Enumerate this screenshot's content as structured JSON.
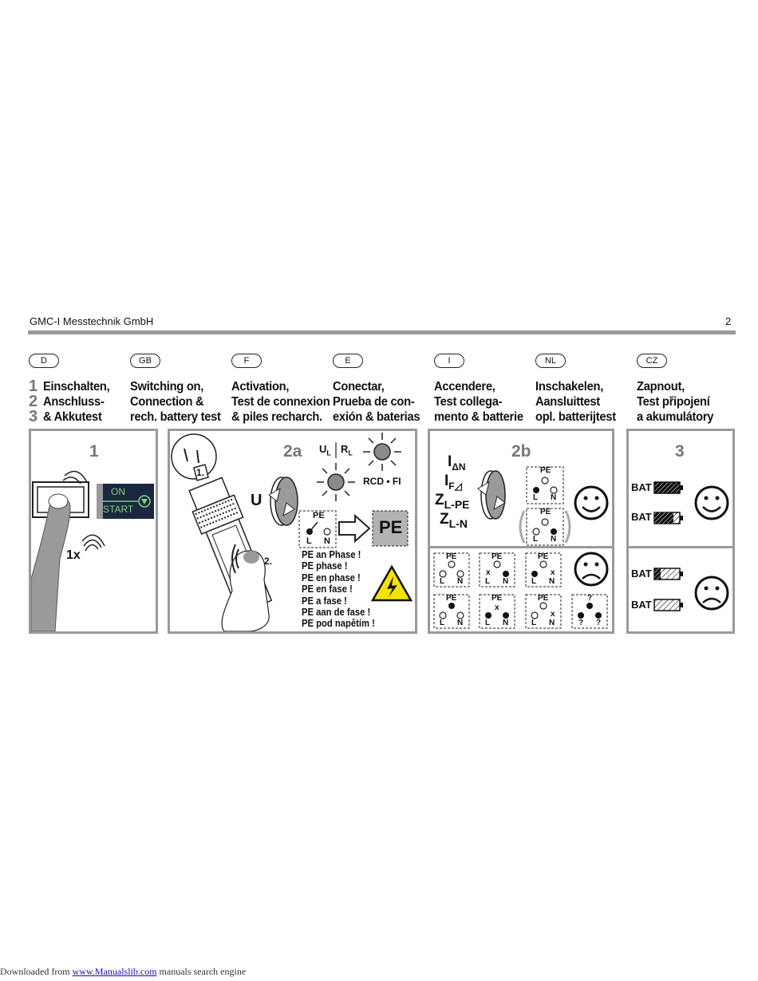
{
  "header": {
    "company": "GMC-I Messtechnik GmbH",
    "page_number": "2"
  },
  "languages": [
    {
      "code": "D",
      "lines": [
        "Einschalten,",
        "Anschluss-",
        "& Akkutest"
      ]
    },
    {
      "code": "GB",
      "lines": [
        "Switching on,",
        "Connection &",
        "rech. battery test"
      ]
    },
    {
      "code": "F",
      "lines": [
        "Activation,",
        "Test de connexion",
        "& piles recharch."
      ]
    },
    {
      "code": "E",
      "lines": [
        "Conectar,",
        "Prueba de con-",
        "exión & baterias"
      ]
    },
    {
      "code": "I",
      "lines": [
        "Accendere,",
        "Test collega-",
        "mento & batterie"
      ]
    },
    {
      "code": "NL",
      "lines": [
        "Inschakelen,",
        "Aansluittest",
        "opl. batterijtest"
      ]
    },
    {
      "code": "CZ",
      "lines": [
        "Zapnout,",
        "Test připojení",
        "a akumulátory"
      ]
    }
  ],
  "step_numbers": [
    "1",
    "2",
    "3"
  ],
  "panel1": {
    "label": "1",
    "on": "ON",
    "start": "START",
    "press_count": "1x"
  },
  "panel2a": {
    "label": "2a",
    "ul": "U",
    "ul_sub": "L",
    "rl": "R",
    "rl_sub": "L",
    "rcd": "RCD • FI",
    "voltage": "U",
    "step1": "1.",
    "step2": "2.",
    "pe_box": "PE",
    "pe": "PE",
    "l": "L",
    "n": "N",
    "warnings": [
      "PE an Phase !",
      "PE phase !",
      "PE en phase !",
      "PE en fase !",
      "PE a fase !",
      "PE aan de fase !",
      "PE pod napětím !"
    ]
  },
  "panel2b": {
    "label": "2b",
    "m1": "I",
    "m1_sub": "ΔN",
    "m2": "I",
    "m2_sub": "F◿",
    "m3": "Z",
    "m3_sub": "L-PE",
    "m4": "Z",
    "m4_sub": "L-N",
    "pe": "PE",
    "l": "L",
    "n": "N",
    "x": "x",
    "q": "?"
  },
  "panel3": {
    "label": "3",
    "bat": "BAT"
  },
  "footer": {
    "prefix": "Downloaded from ",
    "link": "www.Manualslib.com",
    "suffix": " manuals search engine"
  }
}
